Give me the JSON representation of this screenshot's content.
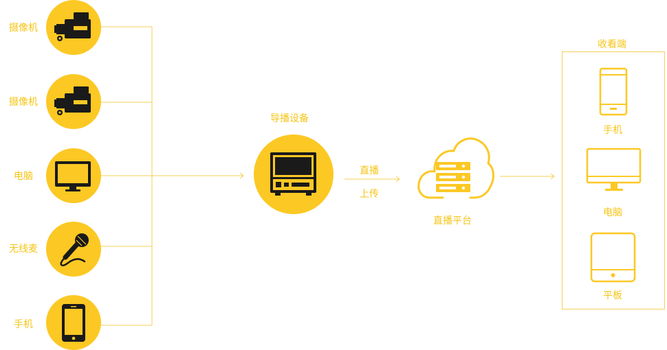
{
  "sources": [
    {
      "label": "摄像机",
      "icon": "video-camera-icon"
    },
    {
      "label": "摄像机",
      "icon": "video-camera-icon"
    },
    {
      "label": "电脑",
      "icon": "monitor-icon"
    },
    {
      "label": "无线麦",
      "icon": "microphone-icon"
    },
    {
      "label": "手机",
      "icon": "phone-icon"
    }
  ],
  "director": {
    "label": "导播设备",
    "icon": "switcher-device-icon"
  },
  "link": {
    "top": "直播",
    "bottom": "上传"
  },
  "platform": {
    "label": "直播平台",
    "icon": "cloud-server-icon"
  },
  "viewers": {
    "title": "收看端",
    "items": [
      {
        "label": "手机",
        "icon": "phone-outline-icon"
      },
      {
        "label": "电脑",
        "icon": "monitor-outline-icon"
      },
      {
        "label": "平板",
        "icon": "tablet-outline-icon"
      }
    ]
  },
  "colors": {
    "accent": "#fcc824",
    "line": "#f5cf55",
    "text": "#f5c516",
    "icon": "#1a1a1a"
  }
}
